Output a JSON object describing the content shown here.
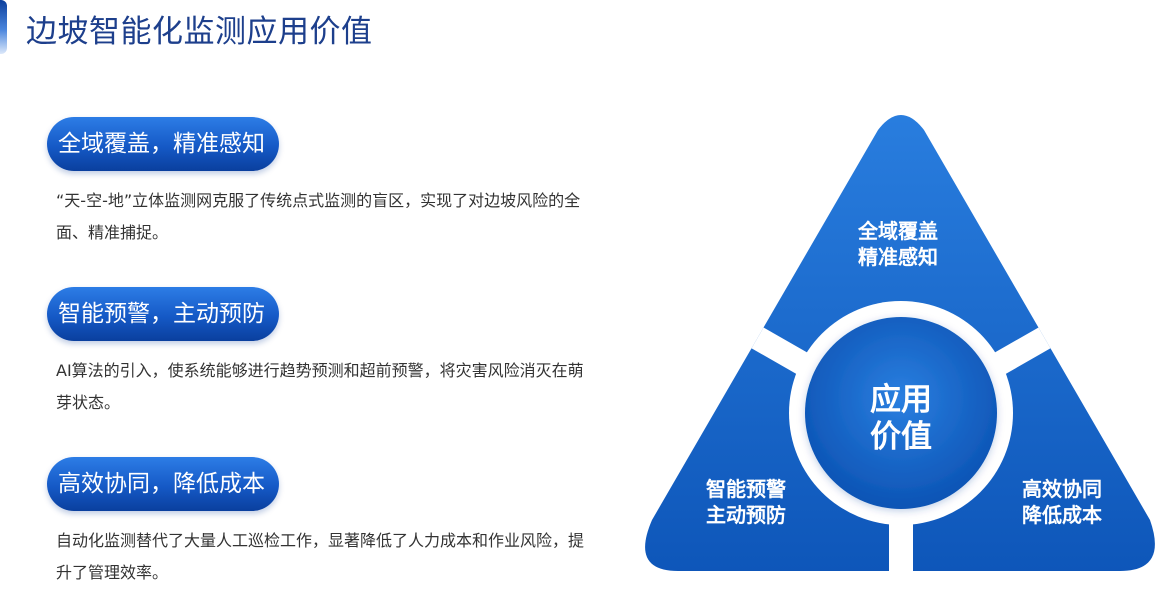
{
  "title": "边坡智能化监测应用价值",
  "colors": {
    "accent": "#1466c3",
    "accent_dark": "#0a3f9e",
    "title": "#1d3f8c",
    "text": "#333333"
  },
  "sections": [
    {
      "heading": "全域覆盖，精准感知",
      "description": "“天-空-地”立体监测网克服了传统点式监测的盲区，实现了对边坡风险的全面、精准捕捉。"
    },
    {
      "heading": "智能预警，主动预防",
      "description": "AI算法的引入，使系统能够进行趋势预测和超前预警，将灾害风险消灭在萌芽状态。"
    },
    {
      "heading": "高效协同，降低成本",
      "description": "自动化监测替代了大量人工巡检工作，显著降低了人力成本和作业风险，提升了管理效率。"
    }
  ],
  "diagram": {
    "center": {
      "line1": "应用",
      "line2": "价值"
    },
    "top": {
      "line1": "全域覆盖",
      "line2": "精准感知"
    },
    "left": {
      "line1": "智能预警",
      "line2": "主动预防"
    },
    "right": {
      "line1": "高效协同",
      "line2": "降低成本"
    }
  }
}
